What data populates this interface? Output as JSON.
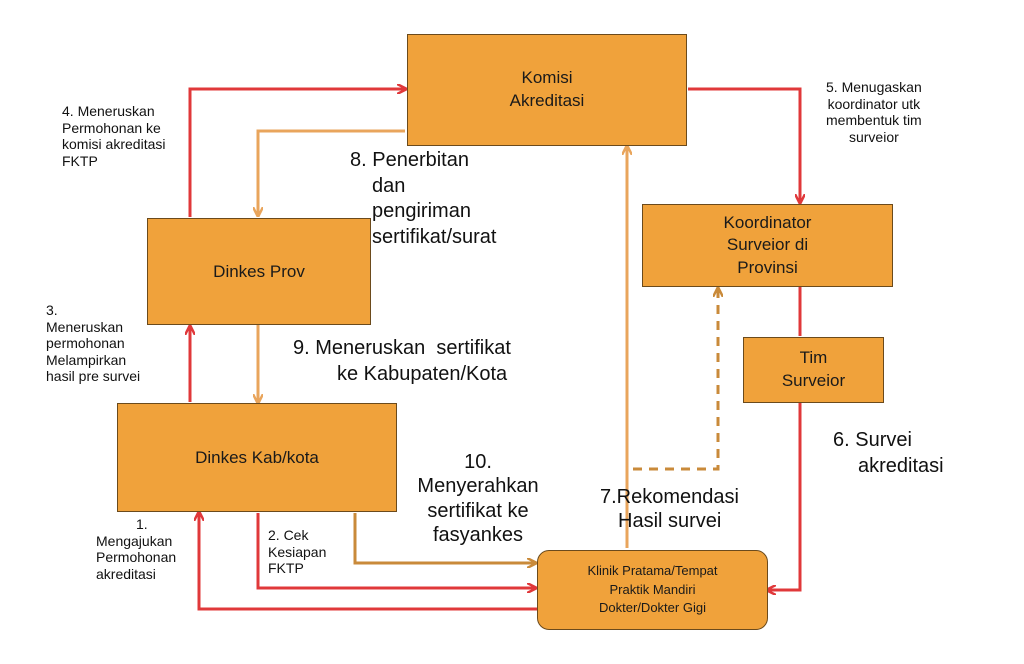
{
  "colors": {
    "box_fill": "#f0a23b",
    "box_border": "#6b4a1c",
    "red_arrow": "#e0383a",
    "orange_arrow": "#e9a55c",
    "dashed_arrow": "#c98a3a"
  },
  "boxes": {
    "komisi": [
      "Komisi",
      "Akreditasi"
    ],
    "koordinator": [
      "Koordinator",
      "Surveior di",
      "Provinsi"
    ],
    "dinkes_prov": [
      "Dinkes Prov"
    ],
    "tim": [
      "Tim",
      "Surveior"
    ],
    "dinkes_kab": [
      "Dinkes Kab/kota"
    ],
    "klinik": [
      "Klinik Pratama/Tempat",
      "Praktik Mandiri",
      "Dokter/Dokter Gigi"
    ]
  },
  "labels": {
    "step1": [
      "1.",
      "Mengajukan",
      "Permohonan",
      "akreditasi"
    ],
    "step2": [
      "2. Cek",
      "Kesiapan",
      "FKTP"
    ],
    "step3": [
      "3.",
      "Meneruskan",
      "permohonan",
      "Melampirkan",
      "hasil pre survei"
    ],
    "step4": [
      "4. Meneruskan",
      "Permohonan ke",
      "komisi akreditasi",
      "FKTP"
    ],
    "step5": [
      "5. Menugaskan",
      "koordinator utk",
      "membentuk tim",
      "surveior"
    ],
    "step6": [
      "6. Survei",
      "akreditasi"
    ],
    "step7": [
      "7.Rekomendasi",
      "Hasil survei"
    ],
    "step8": [
      "8. Penerbitan",
      "dan",
      "pengiriman",
      "sertifikat/surat"
    ],
    "step9": [
      "9. Meneruskan  sertifikat",
      "ke Kabupaten/Kota"
    ],
    "step10": [
      "10.",
      "Menyerahkan",
      "sertifikat ke",
      "fasyankes"
    ]
  }
}
